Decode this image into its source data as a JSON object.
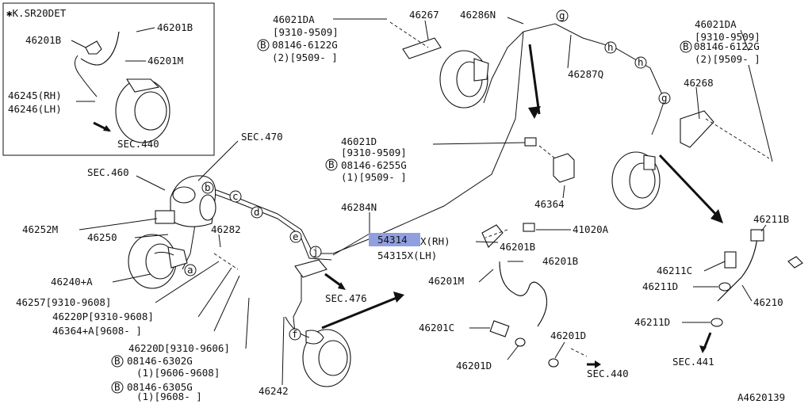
{
  "inset": {
    "title": "✱K.SR20DET",
    "labels": [
      "46201B",
      "46201B",
      "46201M",
      "46245(RH)",
      "46246(LH)",
      "SEC.440"
    ]
  },
  "callouts": [
    "46021DA",
    "[9310-9509]",
    "08146-6122G",
    "(2)[9509-      ]",
    "46267",
    "46286N",
    "46287Q",
    "46021DA",
    "[9310-9509]",
    "08146-6122G",
    "(2)[9509-      ]",
    "46268",
    "SEC.470",
    "SEC.460",
    "46021D",
    "[9310-9509]",
    "08146-6255G",
    "(1)[9509-      ]",
    "46364",
    "46284N",
    "46252M",
    "46250",
    "46282",
    "41020A",
    "54314",
    "X(RH)",
    "54315X(LH)",
    "46201B",
    "46201B",
    "46201M",
    "46240+A",
    "46257[9310-9608]",
    "46220P[9310-9608]",
    "46364+A[9608-      ]",
    "SEC.476",
    "46220D[9310-9606]",
    "08146-6302G",
    "(1)[9606-9608]",
    "08146-6305G",
    "(1)[9608-      ]",
    "46242",
    "46201C",
    "46201D",
    "46201D",
    "SEC.440",
    "46211B",
    "46211C",
    "46211D",
    "46210",
    "46211D",
    "SEC.441"
  ],
  "bolt_prefix": "B",
  "pipe_clip_letters": [
    "b",
    "c",
    "d",
    "e",
    "j",
    "a",
    "f",
    "g",
    "h",
    "h",
    "g"
  ],
  "diagram_id": "A4620139",
  "highlight_color": "#8f9fe0"
}
